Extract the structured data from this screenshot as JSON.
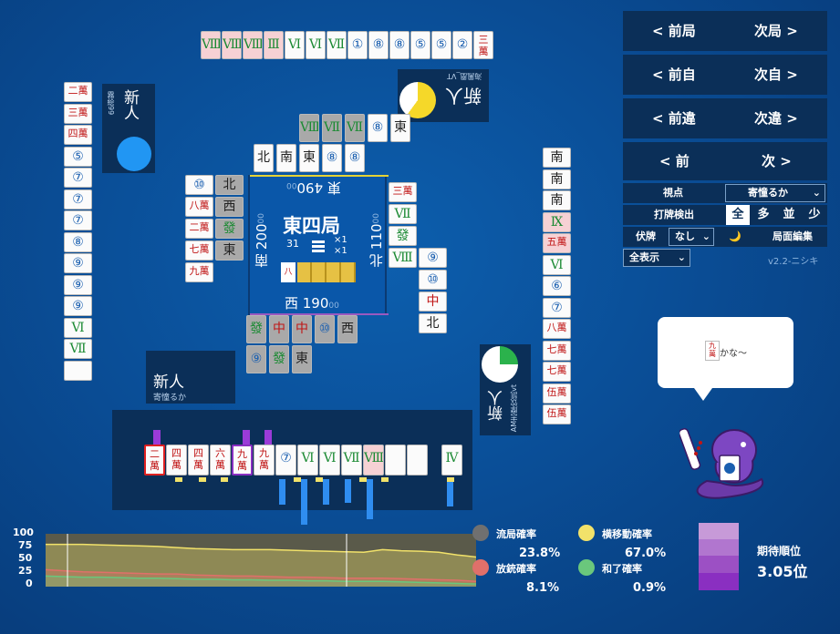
{
  "controls": {
    "prev_round": "< 前局",
    "next_round": "次局 >",
    "prev_self": "< 前自",
    "next_self": "次自 >",
    "prev_diff": "< 前違",
    "next_diff": "次違 >",
    "prev": "< 前",
    "next": "次 >",
    "view_label": "視点",
    "view_value": "寄憧るか",
    "detect_label": "打牌検出",
    "detect_options": [
      "全",
      "多",
      "並",
      "少"
    ],
    "hide_label": "伏牌",
    "hide_value": "なし",
    "moon": "🌙",
    "edit_label": "局面編集",
    "show_all": "全表示",
    "version": "v2.2-ニシキ"
  },
  "round": {
    "name": "東四局",
    "honba": "31",
    "counter_top": "×1",
    "counter_bottom": "×1"
  },
  "scores": {
    "east": "東 490",
    "east_small": "00",
    "south": "南 200",
    "south_small": "00",
    "west": "西 190",
    "west_small": "00",
    "north": "北 110",
    "north_small": "00"
  },
  "players": {
    "left_rank": "新人",
    "left_name": "霧絵99",
    "top_rank": "新人",
    "top_name": "海鳳凰_VT",
    "right_rank": "新人",
    "right_name": "AM志摩饮凯vt",
    "bottom_rank": "新人",
    "bottom_name": "寄憧るか"
  },
  "speech": {
    "tile": "九萬",
    "text": "かな～"
  },
  "stats": {
    "draw_label": "流局確率",
    "draw_value": "23.8%",
    "draw_color": "#707070",
    "horizontal_label": "横移動確率",
    "horizontal_value": "67.0%",
    "horizontal_color": "#f2e26a",
    "deal_in_label": "放銃確率",
    "deal_in_value": "8.1%",
    "deal_in_color": "#e0706a",
    "win_label": "和了確率",
    "win_value": "0.9%",
    "win_color": "#6ac77c",
    "expected_label": "期待順位",
    "expected_value": "3.05位"
  },
  "chart_data": {
    "type": "area",
    "y_ticks": [
      "100",
      "75",
      "50",
      "25",
      "0"
    ],
    "ylim": [
      0,
      100
    ],
    "series": [
      {
        "values": [
          80,
          80,
          80,
          79,
          78,
          77,
          76,
          74,
          72,
          71,
          70,
          70,
          70,
          69,
          68,
          67,
          66,
          65,
          70,
          68,
          67,
          65,
          60,
          56
        ],
        "color": "#f2e26a"
      },
      {
        "values": [
          32,
          30,
          28,
          27,
          26,
          25,
          24,
          24,
          22,
          21,
          20,
          20,
          19,
          18,
          18,
          17,
          16,
          16,
          16,
          15,
          14,
          13,
          12,
          10
        ],
        "color": "#e0706a"
      },
      {
        "values": [
          20,
          19,
          18,
          18,
          17,
          16,
          16,
          15,
          14,
          14,
          13,
          13,
          12,
          12,
          11,
          11,
          10,
          10,
          10,
          9,
          8,
          7,
          6,
          5
        ],
        "color": "#6ac77c"
      }
    ]
  },
  "hand": [
    "二萬",
    "四萬",
    "四萬",
    "六萬",
    "九萬",
    "九萬",
    "⑦",
    "Ⅵ",
    "Ⅵ",
    "Ⅶ",
    "Ⅷ",
    "",
    "",
    "Ⅳ"
  ],
  "opponent_top_hand": [
    "Ⅷ",
    "Ⅷ",
    "Ⅷ",
    "Ⅲ",
    "Ⅵ",
    "Ⅵ",
    "Ⅶ",
    "①",
    "⑧",
    "⑧",
    "⑤",
    "⑤",
    "②",
    "三萬"
  ],
  "left_hand": [
    "二萬",
    "三萬",
    "四萬",
    "⑤",
    "⑦",
    "⑦",
    "⑦",
    "⑧",
    "⑨",
    "⑨",
    "⑨",
    "Ⅵ",
    "Ⅶ",
    ""
  ],
  "right_hand": [
    "南",
    "南",
    "南",
    "Ⅸ",
    "五萬",
    "Ⅵ",
    "⑥",
    "⑦",
    "八萬",
    "七萬",
    "七萬",
    "伍萬",
    "伍萬"
  ],
  "discards_top": [
    "北",
    "南",
    "東",
    "⑧",
    "⑧",
    "Ⅷ",
    "Ⅶ",
    "Ⅶ",
    "⑧",
    "東"
  ],
  "discards_left": [
    "北",
    "西",
    "發",
    "東",
    "⑩",
    "八萬",
    "二萬",
    "七萬",
    "九萬"
  ],
  "discards_right": [
    "三萬",
    "Ⅶ",
    "發",
    "Ⅷ",
    "⑨",
    "⑩",
    "中",
    "北"
  ],
  "discards_bottom": [
    "發",
    "中",
    "中",
    "⑩",
    "西",
    "⑨",
    "發",
    "東"
  ]
}
